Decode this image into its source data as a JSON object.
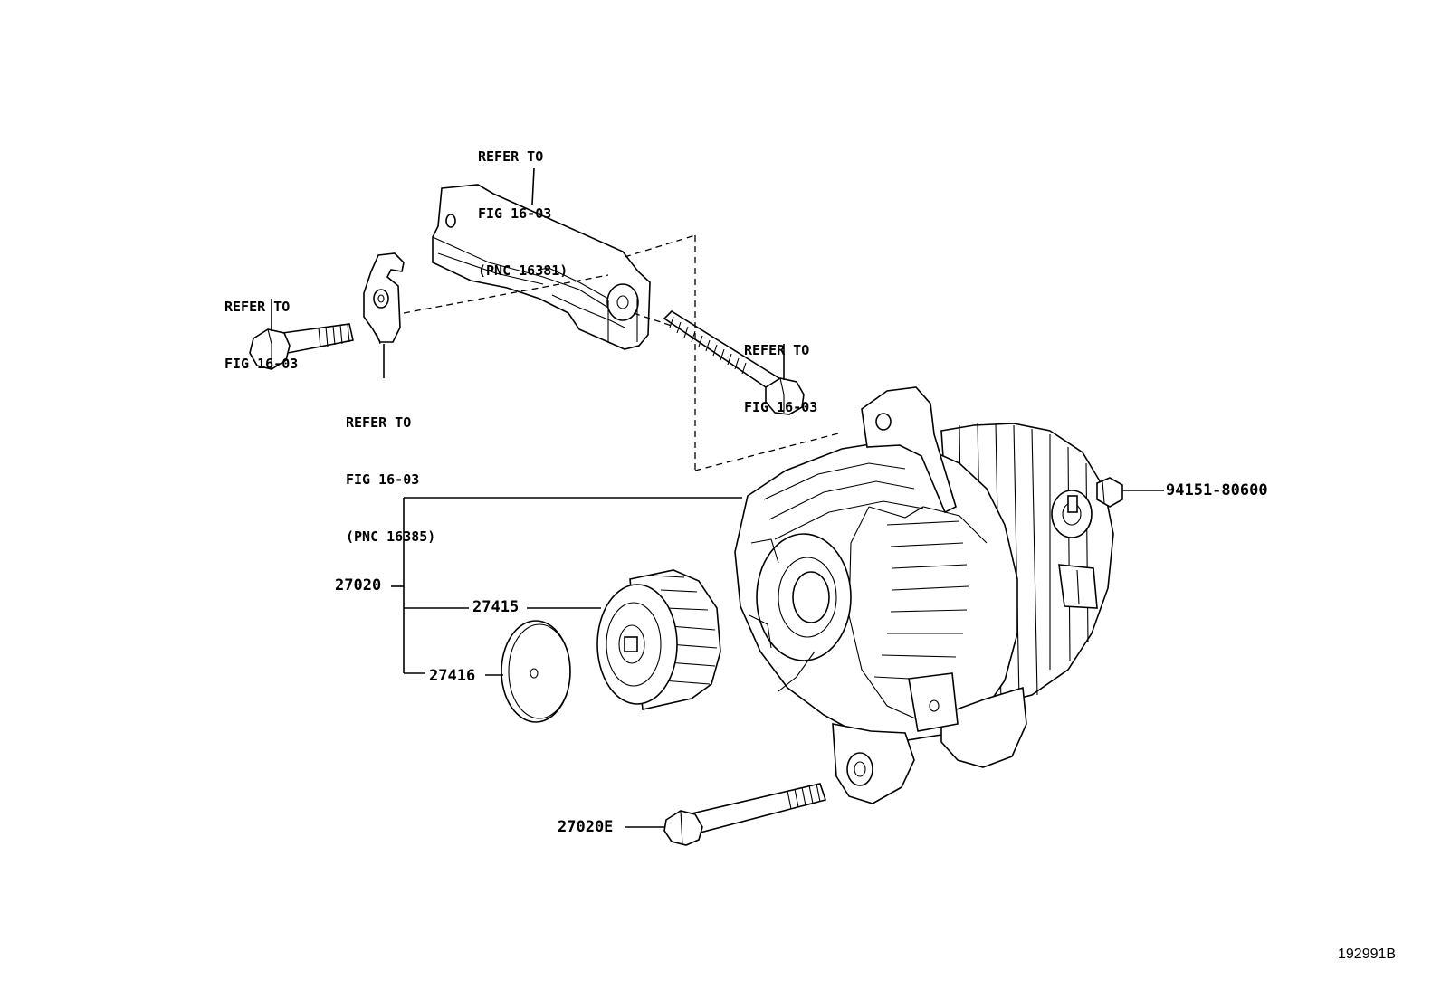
{
  "diagram": {
    "callouts": {
      "upper_bracket": [
        "REFER TO",
        "FIG 16-03",
        "(PNC 16381)"
      ],
      "left_bolt": [
        "REFER TO",
        "FIG 16-03"
      ],
      "lower_bracket": [
        "REFER TO",
        "FIG 16-03",
        "(PNC 16385)"
      ],
      "long_bolt": [
        "REFER TO",
        "FIG 16-03"
      ]
    },
    "part_numbers": {
      "nut": "94151-80600",
      "alternator": "27020",
      "pulley": "27415",
      "cap": "27416",
      "mount_bolt": "27020E"
    },
    "figure_id": "192991B"
  }
}
